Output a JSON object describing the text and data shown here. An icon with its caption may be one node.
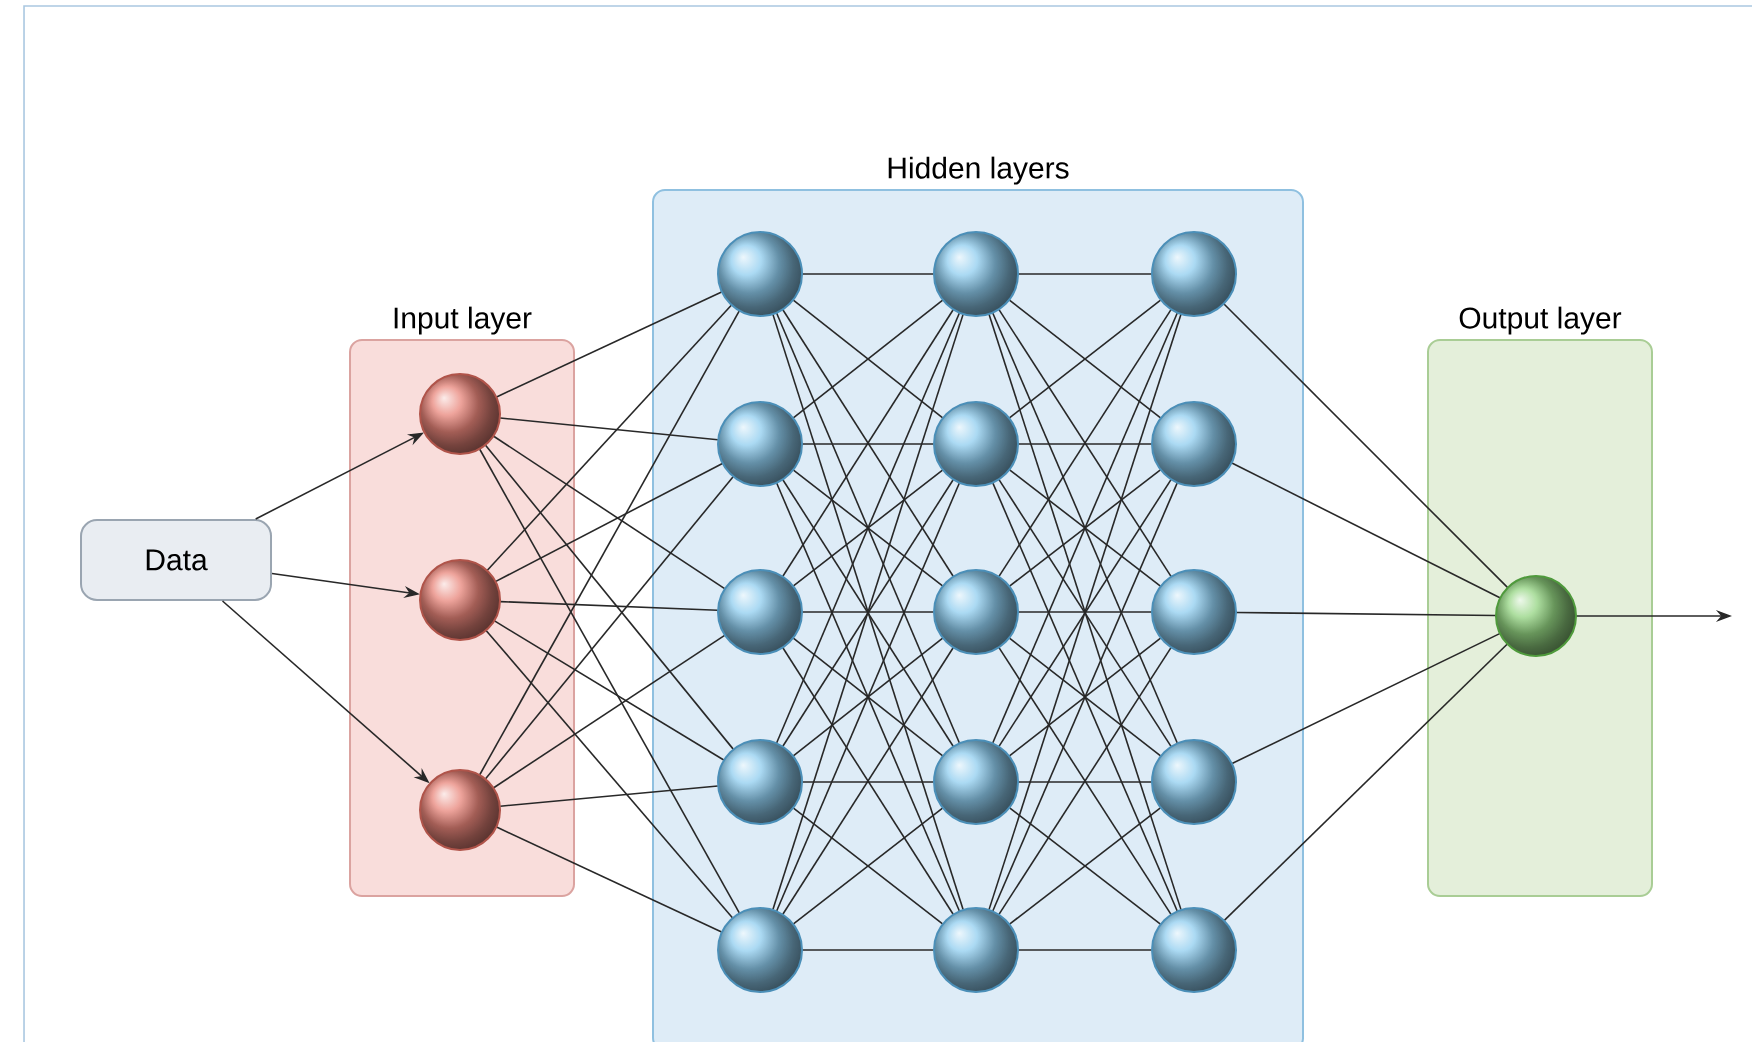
{
  "diagram": {
    "nodes": [
      {
        "text": [
          "Data"
        ]
      },
      {
        "text": [
          "Input layer"
        ]
      },
      {
        "text": [],
        "shape": "circle",
        "in": 1
      },
      {
        "text": [],
        "shape": "circle",
        "in": 1
      },
      {
        "text": [],
        "shape": "circle",
        "in": 1
      },
      {
        "text": [
          "Hidden layers"
        ]
      },
      {
        "text": [],
        "shape": "circle",
        "in": 5
      },
      {
        "text": [],
        "shape": "circle",
        "in": 5
      },
      {
        "text": [],
        "shape": "circle",
        "in": 5
      },
      {
        "text": [],
        "shape": "circle",
        "in": 5
      },
      {
        "text": [],
        "shape": "circle",
        "in": 5
      },
      {
        "text": [],
        "shape": "circle",
        "in": 5
      },
      {
        "text": [],
        "shape": "circle",
        "in": 5
      },
      {
        "text": [],
        "shape": "circle",
        "in": 5
      },
      {
        "text": [],
        "shape": "circle",
        "in": 5
      },
      {
        "text": [],
        "shape": "circle",
        "in": 5
      },
      {
        "text": [],
        "shape": "circle",
        "in": 5
      },
      {
        "text": [],
        "shape": "circle",
        "in": 5
      },
      {
        "text": [],
        "shape": "circle",
        "in": 5
      },
      {
        "text": [],
        "shape": "circle",
        "in": 5
      },
      {
        "text": [],
        "shape": "circle",
        "in": 5
      },
      {
        "text": [
          "Output layer"
        ]
      },
      {
        "text": [],
        "shape": "circle",
        "in": 21
      }
    ],
    "edges": [
      {
        "from": 0,
        "to": 2,
        "arrow": "to"
      },
      {
        "from": 0,
        "to": 3,
        "arrow": "to"
      },
      {
        "from": 0,
        "to": 4,
        "arrow": "to"
      },
      {
        "from": 2,
        "to": 6,
        "arrow": "none"
      },
      {
        "from": 2,
        "to": 7,
        "arrow": "none"
      },
      {
        "from": 2,
        "to": 8,
        "arrow": "none"
      },
      {
        "from": 2,
        "to": 9,
        "arrow": "none"
      },
      {
        "from": 2,
        "to": 10,
        "arrow": "none"
      },
      {
        "from": 3,
        "to": 6,
        "arrow": "none"
      },
      {
        "from": 3,
        "to": 7,
        "arrow": "none"
      },
      {
        "from": 3,
        "to": 8,
        "arrow": "none"
      },
      {
        "from": 3,
        "to": 9,
        "arrow": "none"
      },
      {
        "from": 3,
        "to": 10,
        "arrow": "none"
      },
      {
        "from": 4,
        "to": 6,
        "arrow": "none"
      },
      {
        "from": 4,
        "to": 7,
        "arrow": "none"
      },
      {
        "from": 4,
        "to": 8,
        "arrow": "none"
      },
      {
        "from": 4,
        "to": 9,
        "arrow": "none"
      },
      {
        "from": 4,
        "to": 10,
        "arrow": "none"
      },
      {
        "from": 6,
        "to": 11,
        "arrow": "none"
      },
      {
        "from": 6,
        "to": 12,
        "arrow": "none"
      },
      {
        "from": 6,
        "to": 13,
        "arrow": "none"
      },
      {
        "from": 6,
        "to": 14,
        "arrow": "none"
      },
      {
        "from": 6,
        "to": 15,
        "arrow": "none"
      },
      {
        "from": 7,
        "to": 11,
        "arrow": "none"
      },
      {
        "from": 7,
        "to": 12,
        "arrow": "none"
      },
      {
        "from": 7,
        "to": 13,
        "arrow": "none"
      },
      {
        "from": 7,
        "to": 14,
        "arrow": "none"
      },
      {
        "from": 7,
        "to": 15,
        "arrow": "none"
      },
      {
        "from": 8,
        "to": 11,
        "arrow": "none"
      },
      {
        "from": 8,
        "to": 12,
        "arrow": "none"
      },
      {
        "from": 8,
        "to": 13,
        "arrow": "none"
      },
      {
        "from": 8,
        "to": 14,
        "arrow": "none"
      },
      {
        "from": 8,
        "to": 15,
        "arrow": "none"
      },
      {
        "from": 9,
        "to": 11,
        "arrow": "none"
      },
      {
        "from": 9,
        "to": 12,
        "arrow": "none"
      },
      {
        "from": 9,
        "to": 13,
        "arrow": "none"
      },
      {
        "from": 9,
        "to": 14,
        "arrow": "none"
      },
      {
        "from": 9,
        "to": 15,
        "arrow": "none"
      },
      {
        "from": 10,
        "to": 11,
        "arrow": "none"
      },
      {
        "from": 10,
        "to": 12,
        "arrow": "none"
      },
      {
        "from": 10,
        "to": 13,
        "arrow": "none"
      },
      {
        "from": 10,
        "to": 14,
        "arrow": "none"
      },
      {
        "from": 10,
        "to": 15,
        "arrow": "none"
      },
      {
        "from": 11,
        "to": 16,
        "arrow": "none"
      },
      {
        "from": 11,
        "to": 17,
        "arrow": "none"
      },
      {
        "from": 11,
        "to": 18,
        "arrow": "none"
      },
      {
        "from": 11,
        "to": 19,
        "arrow": "none"
      },
      {
        "from": 11,
        "to": 20,
        "arrow": "none"
      },
      {
        "from": 12,
        "to": 16,
        "arrow": "none"
      },
      {
        "from": 12,
        "to": 17,
        "arrow": "none"
      },
      {
        "from": 12,
        "to": 18,
        "arrow": "none"
      },
      {
        "from": 12,
        "to": 19,
        "arrow": "none"
      },
      {
        "from": 12,
        "to": 20,
        "arrow": "none"
      },
      {
        "from": 13,
        "to": 16,
        "arrow": "none"
      },
      {
        "from": 13,
        "to": 17,
        "arrow": "none"
      },
      {
        "from": 13,
        "to": 18,
        "arrow": "none"
      },
      {
        "from": 13,
        "to": 19,
        "arrow": "none"
      },
      {
        "from": 13,
        "to": 20,
        "arrow": "none"
      },
      {
        "from": 14,
        "to": 16,
        "arrow": "none"
      },
      {
        "from": 14,
        "to": 17,
        "arrow": "none"
      },
      {
        "from": 14,
        "to": 18,
        "arrow": "none"
      },
      {
        "from": 14,
        "to": 19,
        "arrow": "none"
      },
      {
        "from": 14,
        "to": 20,
        "arrow": "none"
      },
      {
        "from": 15,
        "to": 16,
        "arrow": "none"
      },
      {
        "from": 15,
        "to": 17,
        "arrow": "none"
      },
      {
        "from": 15,
        "to": 18,
        "arrow": "none"
      },
      {
        "from": 15,
        "to": 19,
        "arrow": "none"
      },
      {
        "from": 15,
        "to": 20,
        "arrow": "none"
      },
      {
        "from": 16,
        "to": 22,
        "arrow": "none"
      },
      {
        "from": 17,
        "to": 22,
        "arrow": "none"
      },
      {
        "from": 18,
        "to": 22,
        "arrow": "none"
      },
      {
        "from": 19,
        "to": 22,
        "arrow": "none"
      },
      {
        "from": 20,
        "to": 22,
        "arrow": "none"
      },
      {
        "from": 22,
        "to": null,
        "arrow": "to"
      }
    ]
  }
}
